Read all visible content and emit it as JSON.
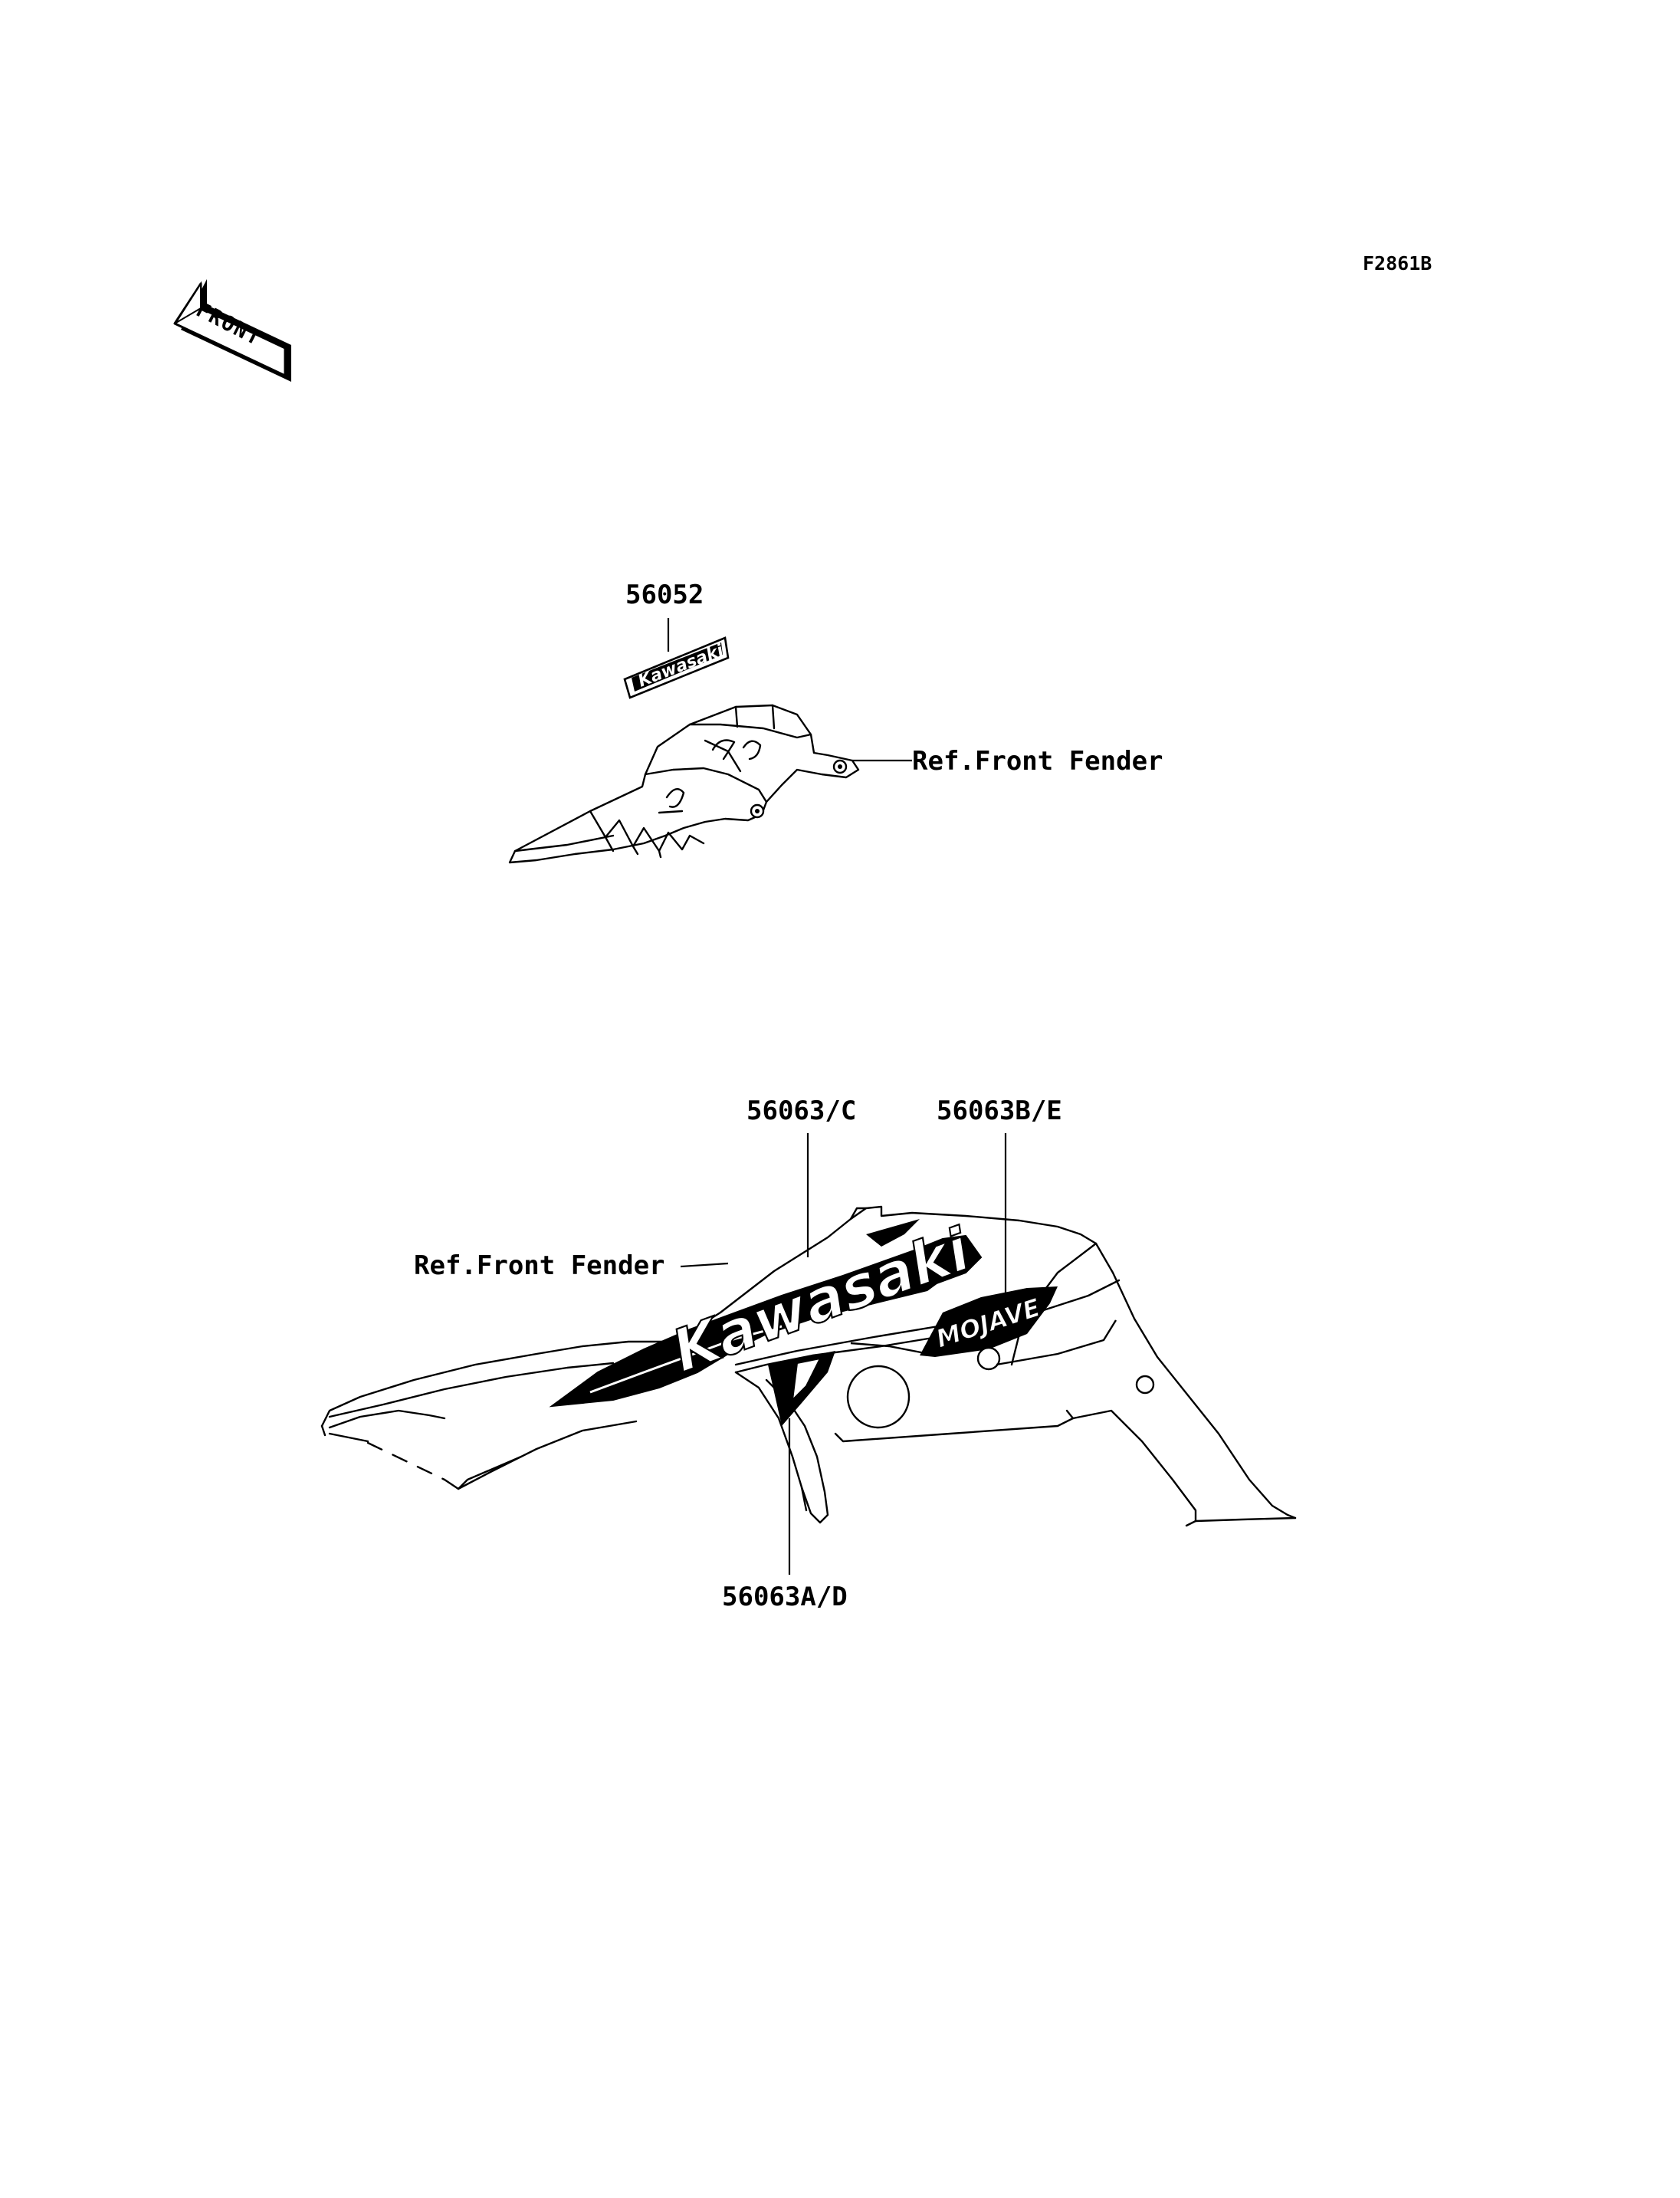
{
  "figure_code": "F2861B",
  "front_arrow": {
    "label": "FRONT",
    "icon": "front-direction-arrow-icon"
  },
  "callouts": {
    "p56052": "56052",
    "ref_front_fender_top": "Ref.Front Fender",
    "p56063c": "56063/C",
    "p56063be": "56063B/E",
    "ref_front_fender_bottom": "Ref.Front Fender",
    "p56063ad": "56063A/D"
  },
  "decals": {
    "small_logo": "Kawasaki",
    "main_logo": "Kawasaki",
    "model_logo": "MOJAVE"
  },
  "colors": {
    "ink": "#000000",
    "paper": "#ffffff"
  }
}
